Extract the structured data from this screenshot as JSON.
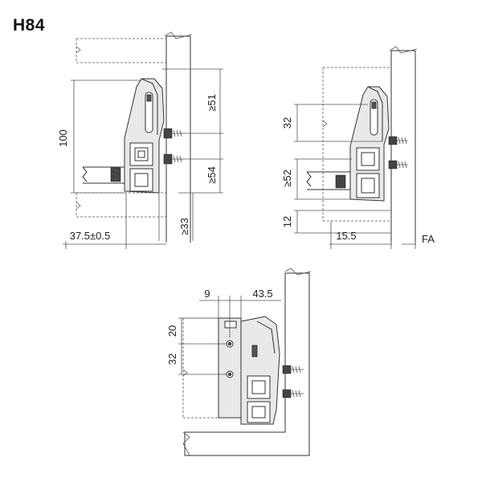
{
  "title": "H84",
  "colors": {
    "line": "#333333",
    "fill": "#e9e9e9",
    "dark": "#555555"
  },
  "views": [
    {
      "id": "view-1",
      "dims": [
        "100",
        "≥51",
        "≥54",
        "≥33",
        "37.5±0.5"
      ]
    },
    {
      "id": "view-2",
      "dims": [
        "32",
        "≥52",
        "12",
        "15.5",
        "FA"
      ]
    },
    {
      "id": "view-3",
      "dims": [
        "9",
        "43.5",
        "20",
        "32"
      ]
    }
  ]
}
